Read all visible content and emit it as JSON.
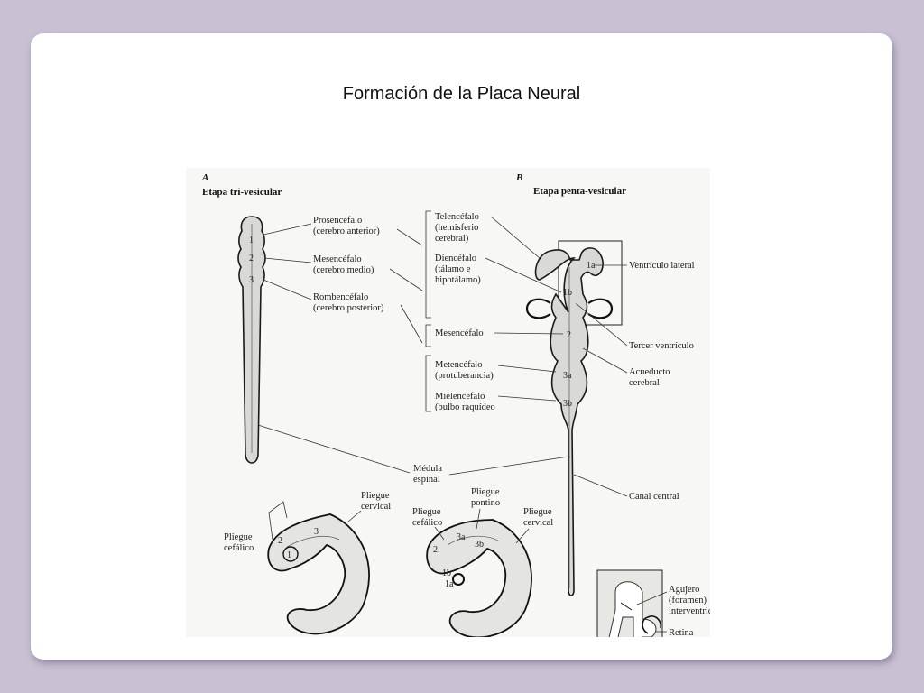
{
  "slide": {
    "title": "Formación de la Placa Neural"
  },
  "figure": {
    "panel_a": {
      "letter": "A",
      "heading": "Etapa tri-vesicular",
      "vesicle_numbers": [
        "1",
        "2",
        "3"
      ],
      "labels": [
        {
          "lines": [
            "Prosencéfalo",
            "(cerebro anterior)"
          ]
        },
        {
          "lines": [
            "Mesencéfalo",
            "(cerebro medio)"
          ]
        },
        {
          "lines": [
            "Rombencéfalo",
            "(cerebro posterior)"
          ]
        }
      ]
    },
    "panel_b": {
      "letter": "B",
      "heading": "Etapa penta-vesicular",
      "vesicle_numbers": [
        "1a",
        "1b",
        "2",
        "3a",
        "3b"
      ],
      "center_labels": [
        {
          "lines": [
            "Telencéfalo",
            "(hemisferio",
            "cerebral)"
          ]
        },
        {
          "lines": [
            "Diencéfalo",
            "(tálamo e",
            "hipotálamo)"
          ]
        },
        {
          "lines": [
            "Mesencéfalo"
          ]
        },
        {
          "lines": [
            "Metencéfalo",
            "(protuberancia)"
          ]
        },
        {
          "lines": [
            "Mielencéfalo",
            "(bulbo raquídeo"
          ]
        }
      ],
      "right_labels": [
        {
          "lines": [
            "Ventrículo lateral"
          ]
        },
        {
          "lines": [
            "Tercer ventrículo"
          ]
        },
        {
          "lines": [
            "Acueducto",
            "cerebral"
          ]
        },
        {
          "lines": [
            "Canal central"
          ]
        }
      ]
    },
    "shared_label": {
      "lines": [
        "Médula",
        "espinal"
      ]
    },
    "embryo_left": {
      "labels": [
        {
          "lines": [
            "Pliegue",
            "cervical"
          ]
        },
        {
          "lines": [
            "Pliegue",
            "cefálico"
          ]
        }
      ],
      "numbers": [
        "1",
        "2",
        "3"
      ]
    },
    "embryo_right": {
      "labels": [
        {
          "lines": [
            "Pliegue",
            "pontino"
          ]
        },
        {
          "lines": [
            "Pliegue",
            "cefálico"
          ]
        },
        {
          "lines": [
            "Pliegue",
            "cervical"
          ]
        }
      ],
      "numbers": [
        "1a",
        "1b",
        "2",
        "3a",
        "3b"
      ]
    },
    "inset": {
      "labels": [
        {
          "lines": [
            "Agujero",
            "(foramen)",
            "interventricula"
          ]
        },
        {
          "lines": [
            "Retina"
          ]
        }
      ]
    }
  }
}
